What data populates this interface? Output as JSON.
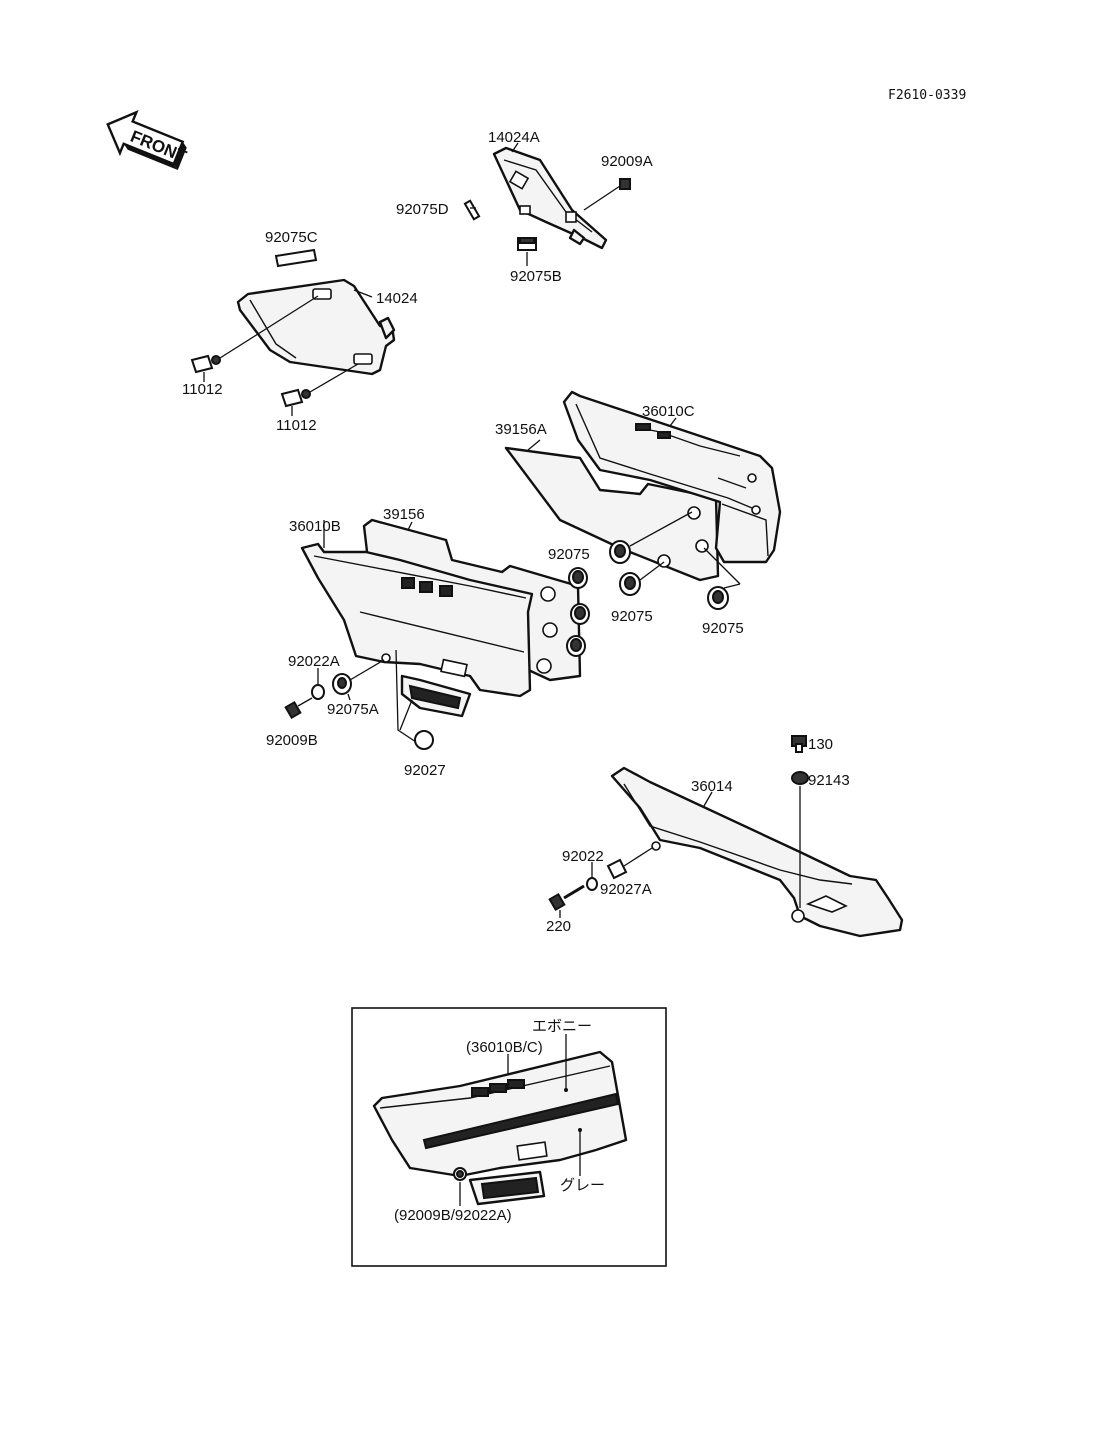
{
  "diagram_code": "F2610-0339",
  "front_label": "FRONT",
  "labels": {
    "p14024A": "14024A",
    "p92009A": "92009A",
    "p92075D": "92075D",
    "p92075B": "92075B",
    "p92075C": "92075C",
    "p14024": "14024",
    "p11012_a": "11012",
    "p11012_b": "11012",
    "p36010C": "36010C",
    "p39156A": "39156A",
    "p39156": "39156",
    "p36010B": "36010B",
    "p92075_a": "92075",
    "p92075_b": "92075",
    "p92075_c": "92075",
    "p92022A": "92022A",
    "p92075A": "92075A",
    "p92009B": "92009B",
    "p92027": "92027",
    "p130": "130",
    "p92143": "92143",
    "p36014": "36014",
    "p92022": "92022",
    "p92027A": "92027A",
    "p220": "220"
  },
  "inset": {
    "color_ebony": "エボニー",
    "ref_cover": "(36010B/C)",
    "color_grey": "グレー",
    "ref_bolt": "(92009B/92022A)"
  }
}
